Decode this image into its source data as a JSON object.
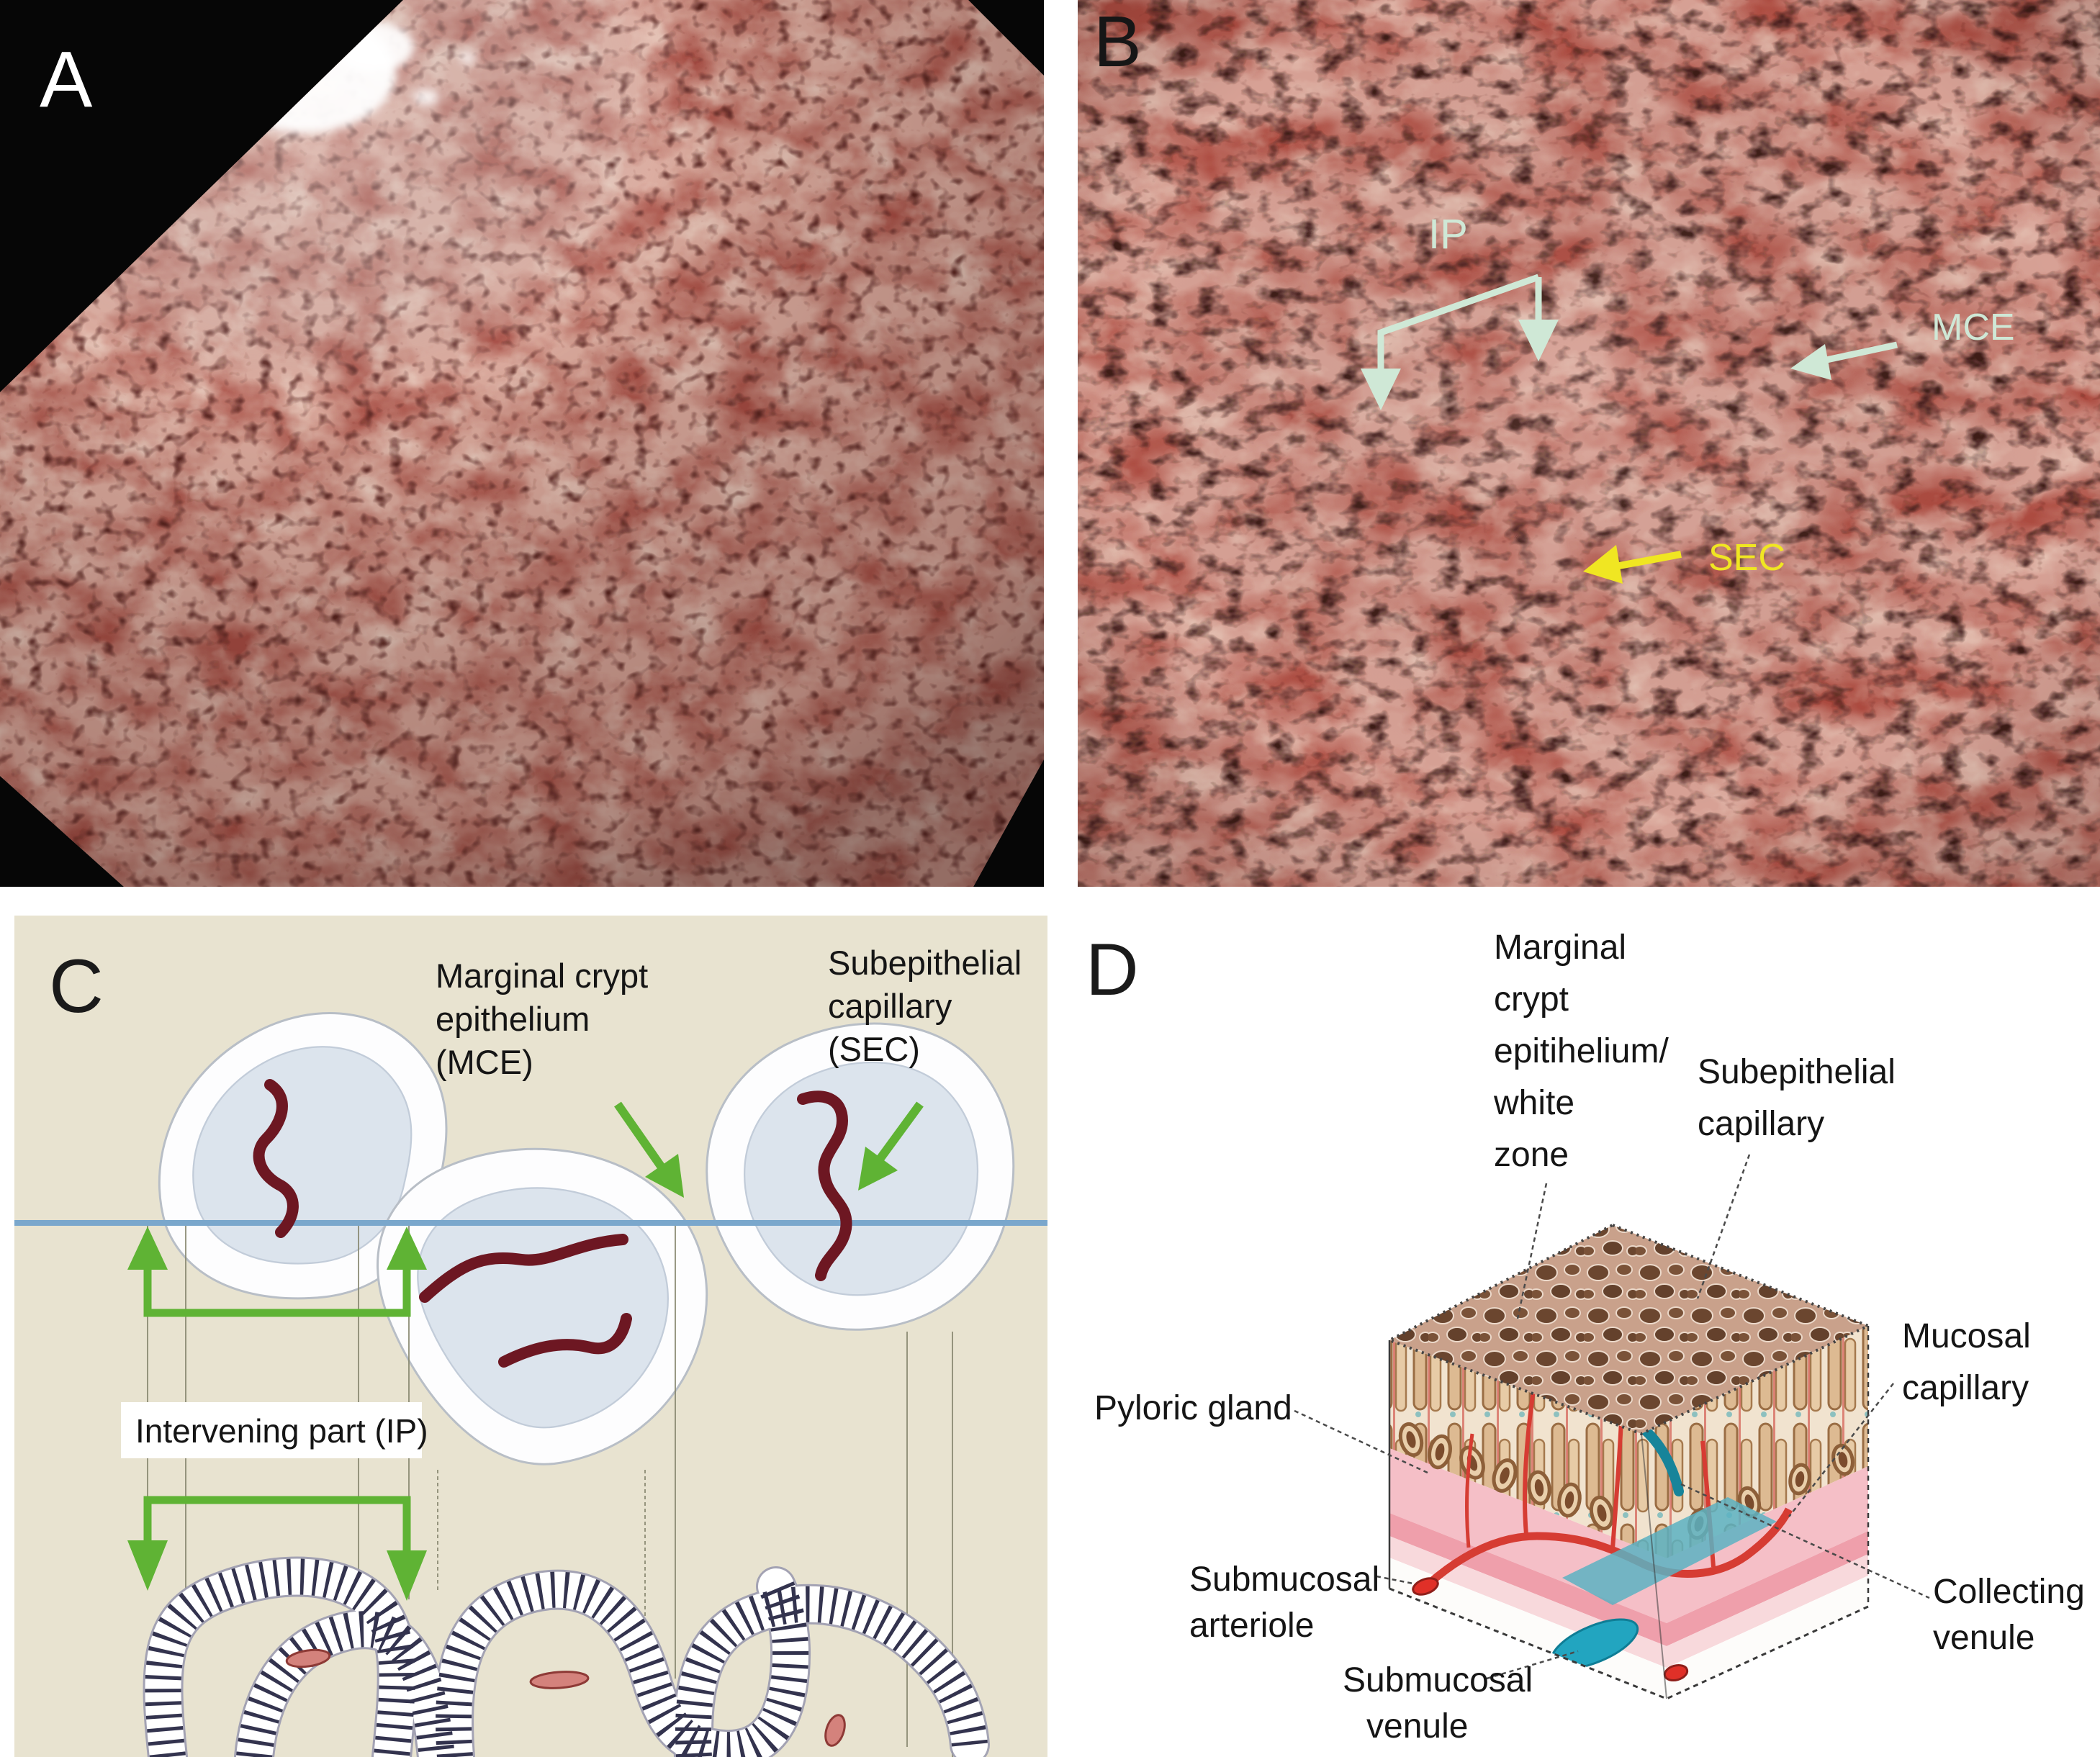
{
  "figure": {
    "panels": [
      {
        "id": "A",
        "letter": "A"
      },
      {
        "id": "B",
        "letter": "B"
      },
      {
        "id": "C",
        "letter": "C"
      },
      {
        "id": "D",
        "letter": "D"
      }
    ]
  },
  "panelB": {
    "labels": {
      "ip": "IP",
      "mce": "MCE",
      "sec": "SEC"
    },
    "colors": {
      "mint_annotation": "#cfe8d6",
      "yellow_annotation": "#f0e622"
    }
  },
  "panelC": {
    "mce_label": [
      "Marginal crypt",
      "epithelium",
      "(MCE)"
    ],
    "sec_label": [
      "Subepithelial",
      "capillary",
      "(SEC)"
    ],
    "ip_label": "Intervening part (IP)",
    "colors": {
      "background": "#e8e3d0",
      "arrow_green": "#5fb334",
      "surface_line_blue": "#7aa7cc",
      "capillary_dark_red": "#6d1722"
    }
  },
  "panelD": {
    "labels": {
      "marginal": [
        "Marginal",
        "crypt",
        "epitihelium/",
        "white",
        "zone"
      ],
      "subepithelial": [
        "Subepithelial",
        "capillary"
      ],
      "mucosal": [
        "Mucosal",
        "capillary"
      ],
      "pyloric": "Pyloric gland",
      "submucosal_arteriole": [
        "Submucosal",
        "arteriole"
      ],
      "submucosal_venule": [
        "Submucosal",
        "venule"
      ],
      "collecting_venule": [
        "Collecting",
        "venule"
      ]
    },
    "colors": {
      "venule_teal": "#22a5c0",
      "vessel_red": "#d63c33",
      "mucosa_pink": "#f5bfc7"
    }
  }
}
